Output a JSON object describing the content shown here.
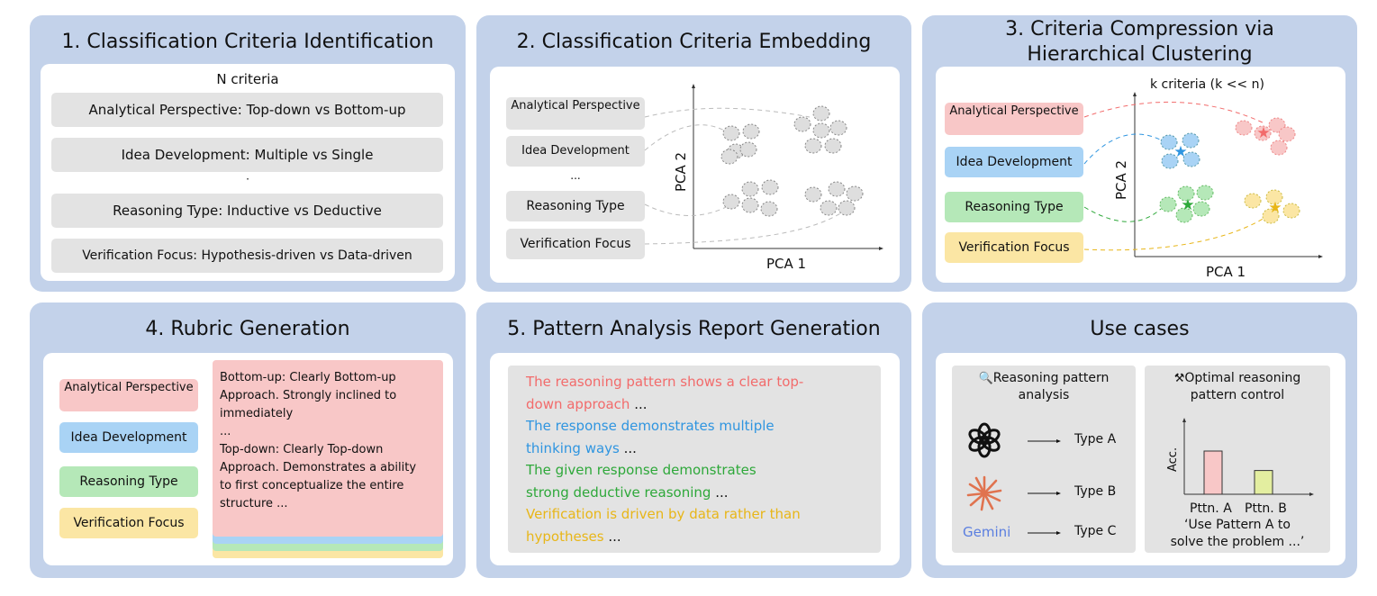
{
  "panel1": {
    "title": "1. Classification Criteria Identification",
    "header": "N criteria",
    "items": [
      "Analytical Perspective: Top-down vs Bottom-up",
      "Idea Development: Multiple vs Single",
      "Reasoning Type: Inductive vs Deductive",
      "Verification Focus: Hypothesis-driven vs Data-driven"
    ],
    "separator": "·"
  },
  "panel2": {
    "title": "2. Classification Criteria Embedding",
    "labels": [
      "Analytical Perspective",
      "Idea Development",
      "...",
      "Reasoning Type",
      "Verification Focus"
    ],
    "xlabel": "PCA 1",
    "ylabel": "PCA 2"
  },
  "panel3": {
    "title_line1": "3. Criteria Compression via",
    "title_line2": "Hierarchical Clustering",
    "header": "k criteria (k << n)",
    "labels": [
      "Analytical Perspective",
      "Idea Development",
      "Reasoning Type",
      "Verification Focus"
    ],
    "xlabel": "PCA 1",
    "ylabel": "PCA 2",
    "colors": {
      "red": "#f8c7c7",
      "blue": "#a9d3f5",
      "green": "#b5e8b8",
      "yellow": "#fbe6a4"
    }
  },
  "panel4": {
    "title": "4. Rubric Generation",
    "labels": [
      "Analytical Perspective",
      "Idea Development",
      "Reasoning Type",
      "Verification Focus"
    ],
    "rubric_lines": [
      "Bottom-up: Clearly Bottom-up",
      "Approach. Strongly inclined to",
      "immediately",
      "...",
      "Top-down:  Clearly Top-down",
      "Approach. Demonstrates a ability",
      "to first  conceptualize the entire",
      "structure ..."
    ]
  },
  "panel5": {
    "title": "5. Pattern Analysis Report Generation",
    "lines": [
      {
        "text": "The reasoning pattern shows a clear top-",
        "tail": "",
        "color": "#f26b6b"
      },
      {
        "text": "down approach",
        "tail": " ...",
        "color": "#f26b6b"
      },
      {
        "text": "The response demonstrates multiple",
        "tail": "",
        "color": "#2f95e0"
      },
      {
        "text": "thinking ways",
        "tail": " ...",
        "color": "#2f95e0"
      },
      {
        "text": "The given response demonstrates",
        "tail": "",
        "color": "#2ea83a"
      },
      {
        "text": "strong deductive reasoning",
        "tail": " ...",
        "color": "#2ea83a"
      },
      {
        "text": "Verification is driven by data rather than",
        "tail": "",
        "color": "#e8b618"
      },
      {
        "text": "hypotheses",
        "tail": " ...",
        "color": "#e8b618"
      }
    ]
  },
  "panel6": {
    "title": "Use cases",
    "left_title_line1": "Reasoning pattern",
    "left_title_line2": "analysis",
    "types": [
      "Type A",
      "Type B",
      "Type C"
    ],
    "gemini_logo_text": "Gemini",
    "right_title_line1": "Optimal reasoning",
    "right_title_line2": "pattern control",
    "acc_label": "Acc.",
    "bars": [
      {
        "label": "Pttn. A",
        "value": 1.0,
        "color": "#f8c7c7"
      },
      {
        "label": "Pttn. B",
        "value": 0.55,
        "color": "#e3eea0"
      }
    ],
    "quote_line1": "‘Use Pattern A to",
    "quote_line2": "solve the problem ...’"
  }
}
